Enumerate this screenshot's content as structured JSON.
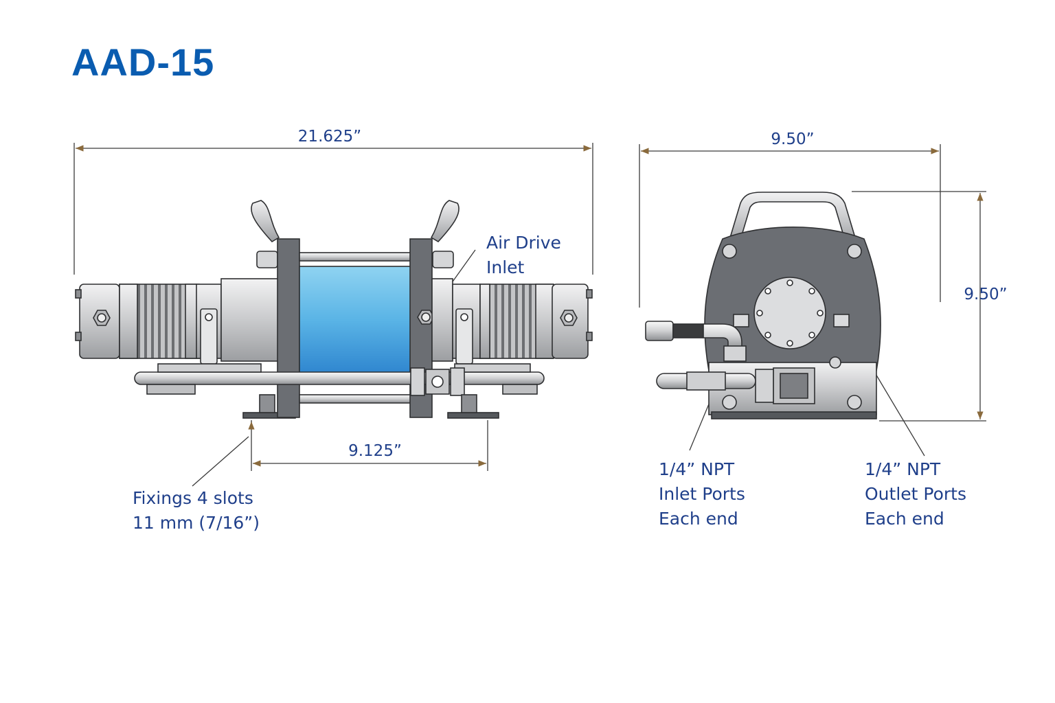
{
  "title": "AAD-15",
  "dimensions": {
    "overall_length": "21.625”",
    "mount_spacing": "9.125”",
    "end_width": "9.50”",
    "end_height": "9.50”"
  },
  "callouts": {
    "air_drive": [
      "Air Drive",
      "Inlet"
    ],
    "fixings": [
      "Fixings 4 slots",
      "11 mm (7/16”)"
    ],
    "inlet_ports": [
      "1/4” NPT",
      "Inlet Ports",
      "Each end"
    ],
    "outlet_ports": [
      "1/4” NPT",
      "Outlet Ports",
      "Each end"
    ]
  },
  "colors": {
    "title": "#0a5cb0",
    "label": "#1f3f8a",
    "cylinder": "#5ab4e6",
    "frame": "#6b6e73",
    "metal": "#d9dadc"
  }
}
